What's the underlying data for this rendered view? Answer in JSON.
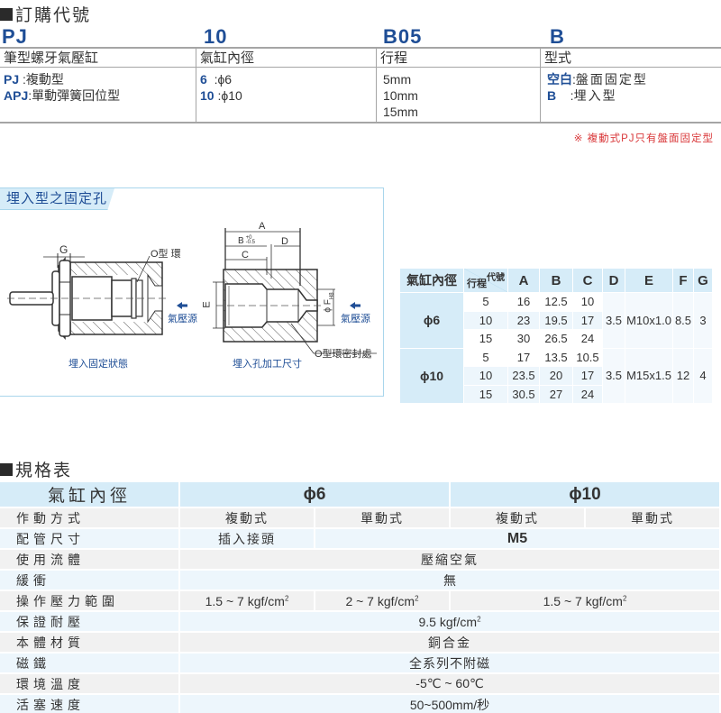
{
  "order_code": {
    "title": "訂購代號",
    "codes": [
      "PJ",
      "10",
      "B05",
      "B"
    ],
    "columns": [
      {
        "header": "筆型螺牙氣壓缸",
        "items": [
          {
            "key": "PJ",
            "sep": " :",
            "value": "複動型"
          },
          {
            "key": "APJ",
            "sep": ":",
            "value": "單動彈簧回位型"
          }
        ]
      },
      {
        "header": "氣缸內徑",
        "items": [
          {
            "key": "6",
            "sep": "  :",
            "value": "ϕ6"
          },
          {
            "key": "10",
            "sep": " :",
            "value": "ϕ10"
          }
        ]
      },
      {
        "header": "行程",
        "items": [
          {
            "key": "",
            "sep": "",
            "value": "5mm"
          },
          {
            "key": "",
            "sep": "",
            "value": "10mm"
          },
          {
            "key": "",
            "sep": "",
            "value": "15mm"
          }
        ]
      },
      {
        "header": "型式",
        "items": [
          {
            "key": "空白",
            "sep": ":",
            "value": "盤面固定型"
          },
          {
            "key": "B",
            "sep": "    :",
            "value": "埋入型"
          }
        ]
      }
    ],
    "note": "※ 複動式PJ只有盤面固定型"
  },
  "embed": {
    "title": "埋入型之固定孔",
    "left_caption": "埋入固定狀態",
    "right_caption": "埋入孔加工尺寸",
    "oring_label": "O型 環",
    "seal_label": "O型環密封處",
    "air_source": "氣壓源",
    "dims": {
      "A": "A",
      "B": "B",
      "B_tol_up": "+0",
      "B_tol_dn": "-0.5",
      "C": "C",
      "D": "D",
      "E": "E",
      "F": "ϕ F",
      "F_sub": "H8",
      "G": "G"
    }
  },
  "dim_table": {
    "header": {
      "bore": "氣缸內徑",
      "code": "代號",
      "stroke": "行程",
      "cols": [
        "A",
        "B",
        "C",
        "D",
        "E",
        "F",
        "G"
      ]
    },
    "groups": [
      {
        "bore": "ϕ6",
        "rows": [
          {
            "stroke": "5",
            "A": "16",
            "B": "12.5",
            "C": "10"
          },
          {
            "stroke": "10",
            "A": "23",
            "B": "19.5",
            "C": "17"
          },
          {
            "stroke": "15",
            "A": "30",
            "B": "26.5",
            "C": "24"
          }
        ],
        "D": "3.5",
        "E": "M10x1.0",
        "F": "8.5",
        "G": "3"
      },
      {
        "bore": "ϕ10",
        "rows": [
          {
            "stroke": "5",
            "A": "17",
            "B": "13.5",
            "C": "10.5"
          },
          {
            "stroke": "10",
            "A": "23.5",
            "B": "20",
            "C": "17"
          },
          {
            "stroke": "15",
            "A": "30.5",
            "B": "27",
            "C": "24"
          }
        ],
        "D": "3.5",
        "E": "M15x1.5",
        "F": "12",
        "G": "4"
      }
    ]
  },
  "spec": {
    "title": "規格表",
    "header": {
      "label": "氣缸內徑",
      "bore6": "ϕ6",
      "bore10": "ϕ10"
    },
    "rows": {
      "action": {
        "label": "作動方式",
        "v1": "複動式",
        "v2": "單動式",
        "v3": "複動式",
        "v4": "單動式"
      },
      "port": {
        "label": "配管尺寸",
        "v1": "插入接頭",
        "v2": "M5"
      },
      "fluid": {
        "label": "使用流體",
        "v": "壓縮空氣"
      },
      "cushion": {
        "label": "緩衝",
        "v": "無"
      },
      "pressure": {
        "label": "操作壓力範圍",
        "v1": "1.5 ~ 7 kgf/cm",
        "v2": "2 ~ 7 kgf/cm",
        "v3": "1.5 ~ 7 kgf/cm",
        "sup": "2"
      },
      "proof": {
        "label": "保證耐壓",
        "v": "9.5 kgf/cm",
        "sup": "2"
      },
      "material": {
        "label": "本體材質",
        "v": "銅合金"
      },
      "magnet": {
        "label": "磁鐵",
        "v": "全系列不附磁"
      },
      "temp": {
        "label": "環境溫度",
        "v": "-5℃ ~ 60℃"
      },
      "speed": {
        "label": "活塞速度",
        "v": "50~500mm/秒"
      }
    }
  }
}
